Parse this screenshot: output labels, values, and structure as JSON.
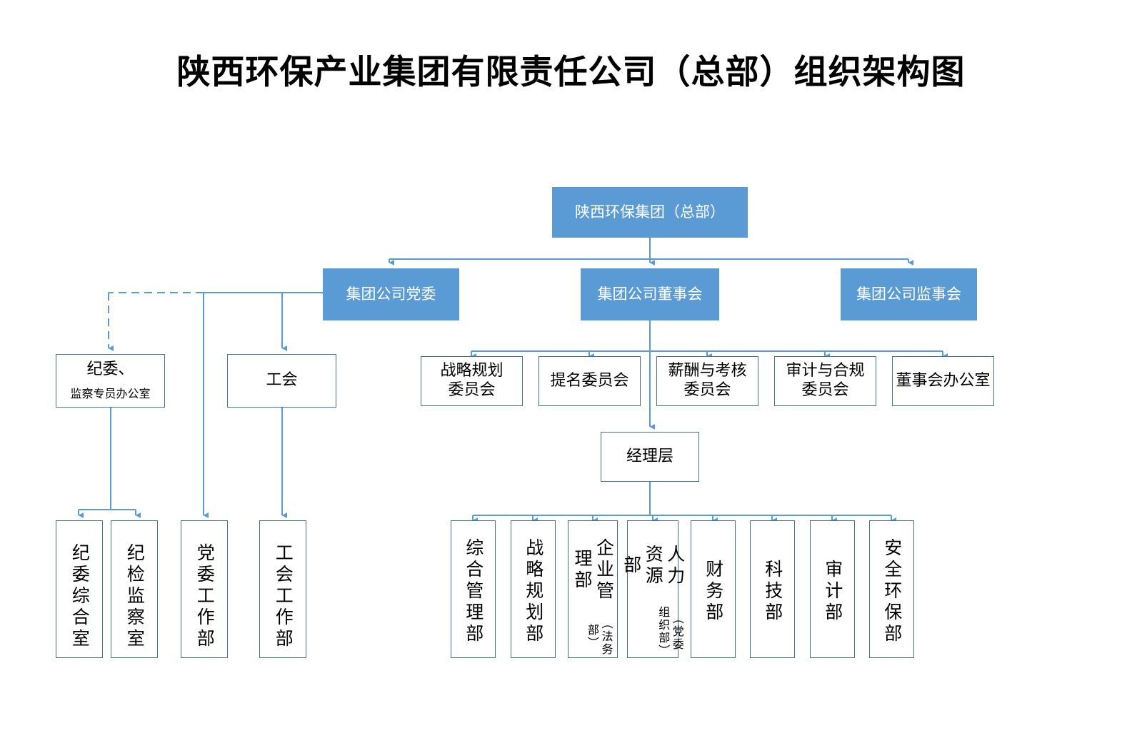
{
  "title": "陕西环保产业集团有限责任公司（总部）组织架构图",
  "colors": {
    "box_fill": "#5B9BD5",
    "box_fill_text": "#FFFFFF",
    "outline_border": "#41719C",
    "connector": "#5B9BD5",
    "background": "#FFFFFF",
    "title_text": "#000000"
  },
  "root": {
    "label": "陕西环保集团（总部）"
  },
  "level2": [
    {
      "label": "集团公司党委"
    },
    {
      "label": "集团公司董事会"
    },
    {
      "label": "集团公司监事会"
    }
  ],
  "party_branch": {
    "discipline": {
      "line1": "纪委、",
      "line2": "监察专员办公室"
    },
    "union": {
      "label": "工会"
    }
  },
  "board_committees": [
    {
      "line1": "战略规划",
      "line2": "委员会"
    },
    {
      "line1": "提名委员会",
      "line2": ""
    },
    {
      "line1": "薪酬与考核",
      "line2": "委员会"
    },
    {
      "line1": "审计与合规",
      "line2": "委员会"
    },
    {
      "line1": "董事会办公室",
      "line2": ""
    }
  ],
  "management": {
    "label": "经理层"
  },
  "left_departments": [
    {
      "main": "纪委综合室",
      "sub": ""
    },
    {
      "main": "纪检监察室",
      "sub": ""
    },
    {
      "main": "党委工作部",
      "sub": ""
    },
    {
      "main": "工会工作部",
      "sub": ""
    }
  ],
  "departments": [
    {
      "main": "综合管理部",
      "sub": ""
    },
    {
      "main": "战略规划部",
      "sub": ""
    },
    {
      "main": "企业管理部",
      "sub": "（法务部）"
    },
    {
      "main": "人力资源部",
      "sub": "（党委组织部）"
    },
    {
      "main": "财务部",
      "sub": ""
    },
    {
      "main": "科技部",
      "sub": ""
    },
    {
      "main": "审计部",
      "sub": ""
    },
    {
      "main": "安全环保部",
      "sub": ""
    }
  ]
}
